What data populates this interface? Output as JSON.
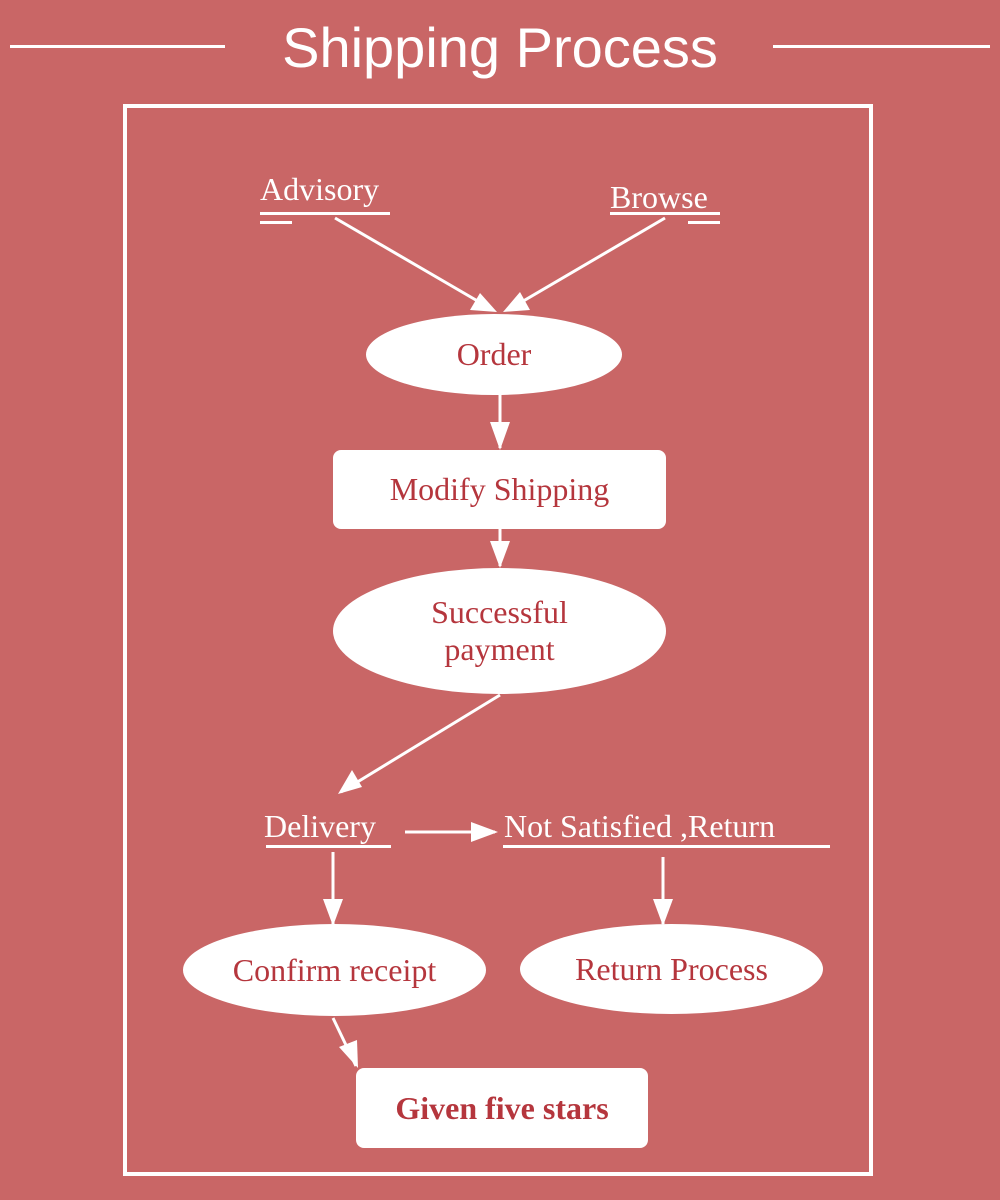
{
  "header": {
    "title": "Shipping Process"
  },
  "colors": {
    "background": "#c96666",
    "foreground": "#ffffff",
    "node_text": "#b5363d"
  },
  "nodes": {
    "advisory": "Advisory",
    "browse": "Browse",
    "order": "Order",
    "modify_shipping": "Modify Shipping",
    "successful_payment_line1": "Successful",
    "successful_payment_line2": "payment",
    "delivery": "Delivery",
    "not_satisfied": "Not Satisfied ,Return",
    "confirm_receipt": "Confirm receipt",
    "return_process": "Return Process",
    "given_five_stars": "Given five stars"
  }
}
